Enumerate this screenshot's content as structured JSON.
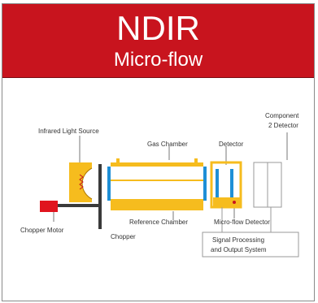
{
  "header": {
    "title": "NDIR",
    "subtitle": "Micro-flow"
  },
  "labels": {
    "infrared_light_source": "Infrared Light Source",
    "gas_chamber": "Gas Chamber",
    "detector": "Detector",
    "component2_detector_line1": "Component",
    "component2_detector_line2": "2 Detector",
    "reference_chamber": "Reference Chamber",
    "micro_flow_detector": "Micro-flow Detector",
    "chopper_motor": "Chopper Motor",
    "chopper": "Chopper",
    "signal_processing_line1": "Signal Processing",
    "signal_processing_line2": "and Output System"
  },
  "colors": {
    "banner": "#c8141e",
    "chamber_yellow": "#f6bc1e",
    "window_blue": "#1e8fd6",
    "motor_red": "#e0141e",
    "chopper_gray": "#3a3a3a"
  }
}
